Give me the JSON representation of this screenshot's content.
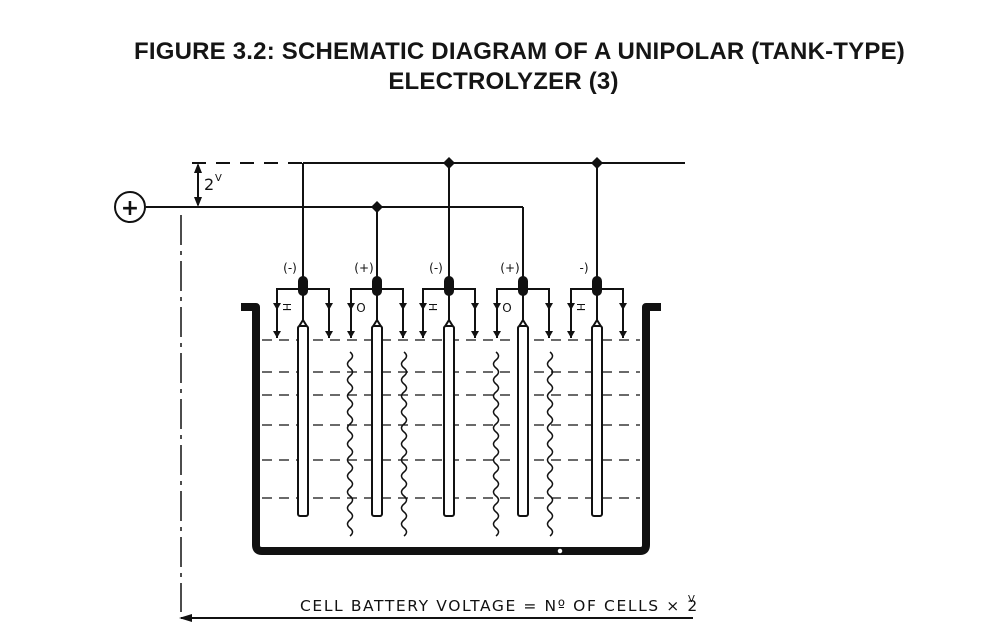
{
  "figure": {
    "title_line_1": "FIGURE 3.2:  SCHEMATIC DIAGRAM OF A UNIPOLAR (TANK-TYPE)",
    "title_line_2": "ELECTROLYZER (3)"
  },
  "diagram": {
    "positive_terminal_symbol": "+",
    "voltage_drop_label": "2",
    "voltage_unit_superscript": "V",
    "caption": "CELL BATTERY VOLTAGE = Nº OF CELLS × 2",
    "caption_unit": "V",
    "electrodes": [
      {
        "polarity": "(-)",
        "gas_symbol": "H",
        "gas": "hydrogen",
        "bus": "negative"
      },
      {
        "polarity": "(+)",
        "gas_symbol": "O",
        "gas": "oxygen",
        "bus": "positive"
      },
      {
        "polarity": "(-)",
        "gas_symbol": "H",
        "gas": "hydrogen",
        "bus": "negative"
      },
      {
        "polarity": "(+)",
        "gas_symbol": "O",
        "gas": "oxygen",
        "bus": "positive"
      },
      {
        "polarity": "-)",
        "gas_symbol": "H",
        "gas": "hydrogen",
        "bus": "negative"
      }
    ],
    "colors": {
      "ink": "#111111",
      "paper": "#ffffff"
    }
  }
}
